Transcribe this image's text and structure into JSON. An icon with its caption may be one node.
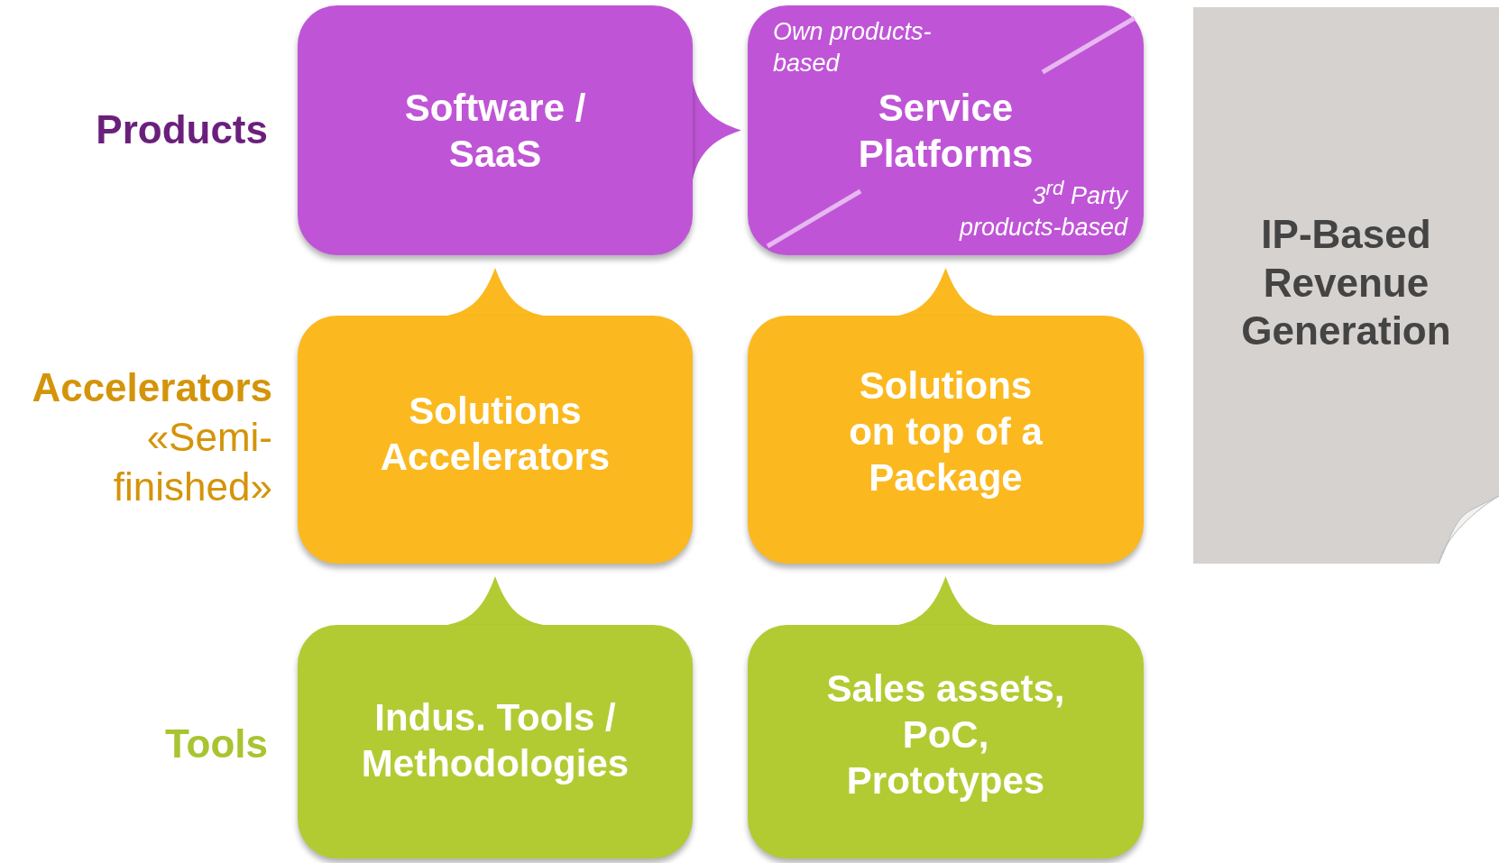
{
  "diagram": {
    "nodes": [
      {
        "text": [
          "Software / SaaS"
        ]
      },
      {
        "text": [
          "Own products-based",
          "Service Platforms",
          "3$^{rd}$ Party products-based"
        ]
      },
      {
        "text": [
          "Solutions Accelerators"
        ]
      },
      {
        "text": [
          "Solutions on top of a Package"
        ]
      },
      {
        "text": [
          "Indus. Tools / Methodologies"
        ]
      },
      {
        "text": [
          "Sales assets, PoC, Prototypes"
        ]
      },
      {
        "text": [
          "IP-Based Revenue Generation"
        ]
      }
    ],
    "edges": [
      {
        "from": 0,
        "to": 1,
        "arrow": "to"
      },
      {
        "from": 2,
        "to": 0,
        "arrow": "to"
      },
      {
        "from": 3,
        "to": 1,
        "arrow": "to"
      },
      {
        "from": 4,
        "to": 2,
        "arrow": "to"
      },
      {
        "from": 5,
        "to": 3,
        "arrow": "to"
      }
    ],
    "labels": [
      "Products",
      "Accelerators",
      "«Semi-finished»",
      "Tools"
    ]
  }
}
